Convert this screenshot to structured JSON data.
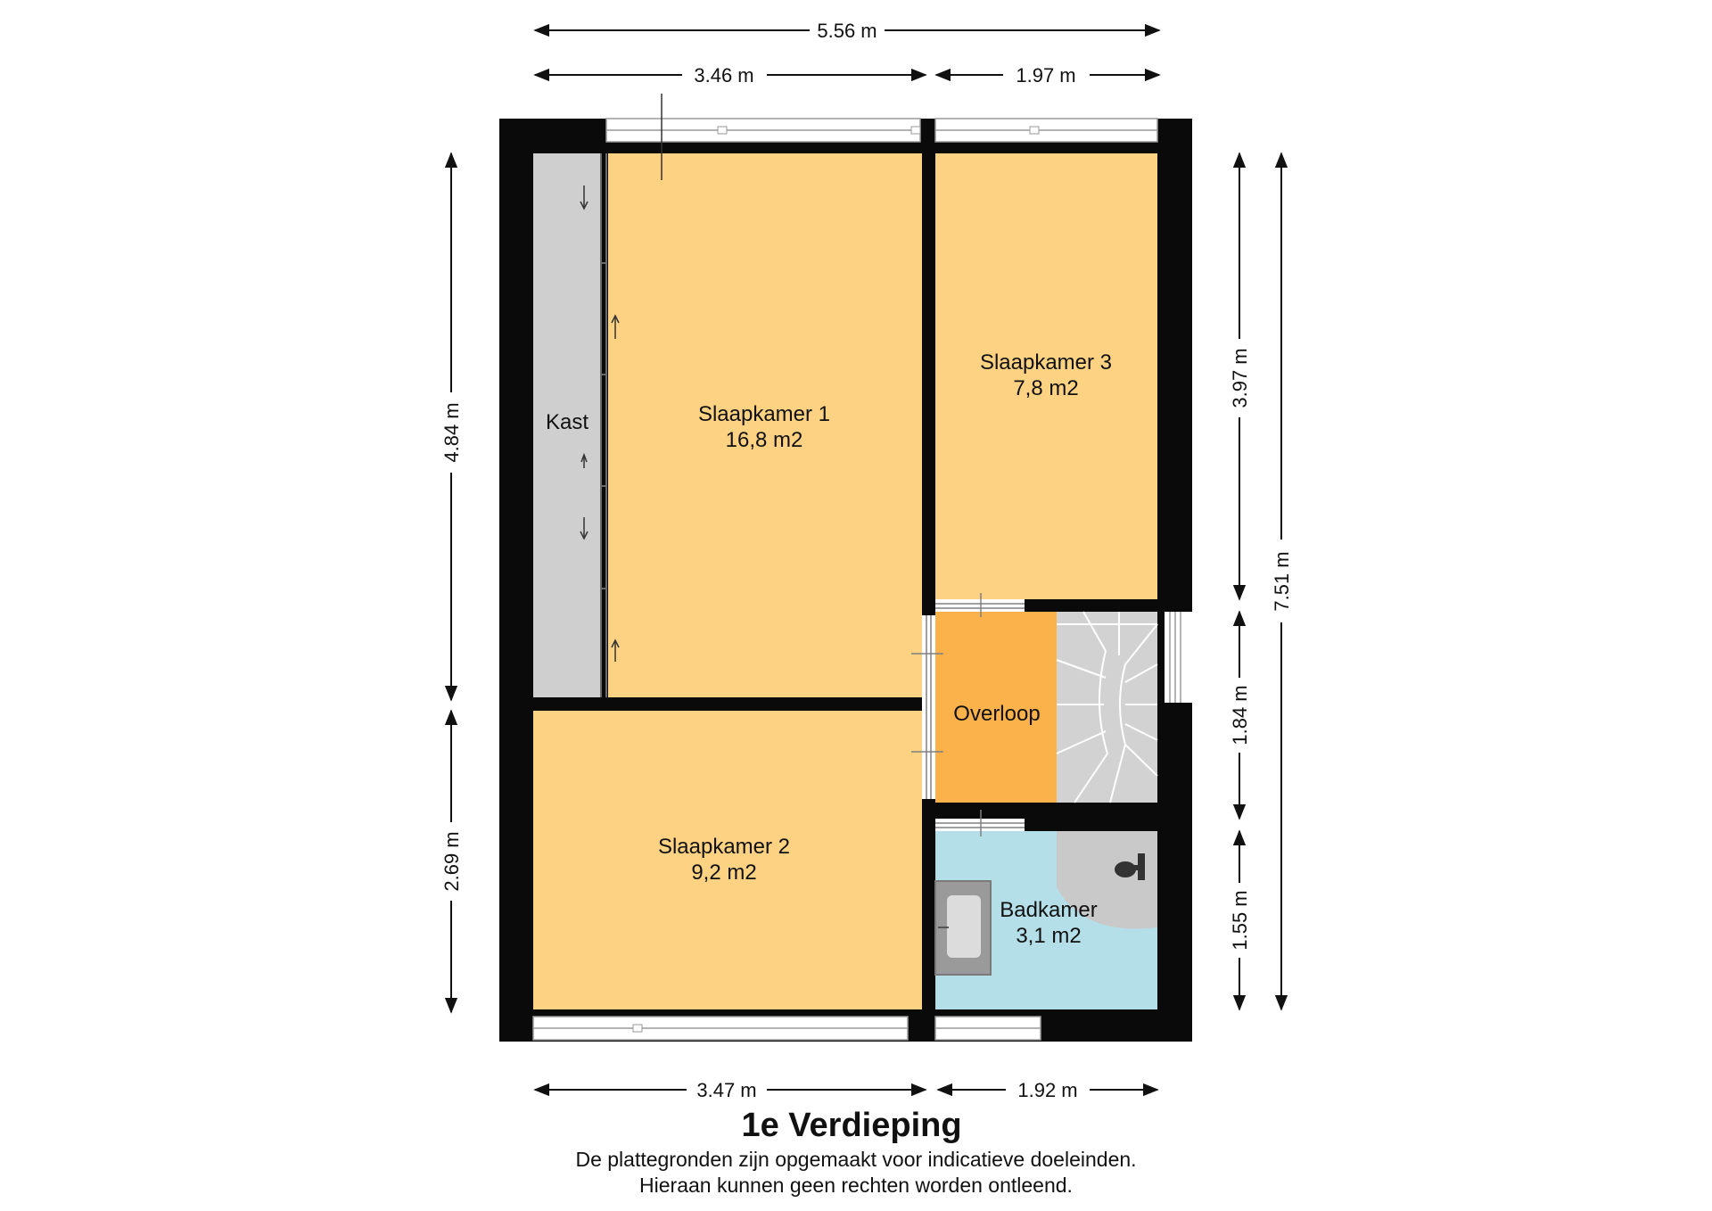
{
  "floor": {
    "title": "1e Verdieping",
    "disclaimer_line1": "De plattegronden zijn opgemaakt voor indicatieve doeleinden.",
    "disclaimer_line2": "Hieraan kunnen geen rechten worden ontleend."
  },
  "rooms": {
    "kast": {
      "name": "Kast"
    },
    "slaapkamer1": {
      "name": "Slaapkamer 1",
      "area": "16,8 m2"
    },
    "slaapkamer2": {
      "name": "Slaapkamer 2",
      "area": "9,2 m2"
    },
    "slaapkamer3": {
      "name": "Slaapkamer 3",
      "area": "7,8 m2"
    },
    "overloop": {
      "name": "Overloop"
    },
    "badkamer": {
      "name": "Badkamer",
      "area": "3,1 m2"
    }
  },
  "dimensions": {
    "top_total": "5.56 m",
    "top_left": "3.46 m",
    "top_right": "1.97 m",
    "bottom_left": "3.47 m",
    "bottom_right": "1.92 m",
    "left_upper": "4.84 m",
    "left_lower": "2.69 m",
    "right_upper": "3.97 m",
    "right_middle": "1.84 m",
    "right_lower": "1.55 m",
    "right_total": "7.51 m"
  },
  "colors": {
    "room_fill": "#fdd283",
    "overloop_fill": "#fbb24a",
    "bath_fill": "#b4dfe9",
    "closet_fill": "#cfcfcf",
    "wall": "#0a0a0a"
  }
}
